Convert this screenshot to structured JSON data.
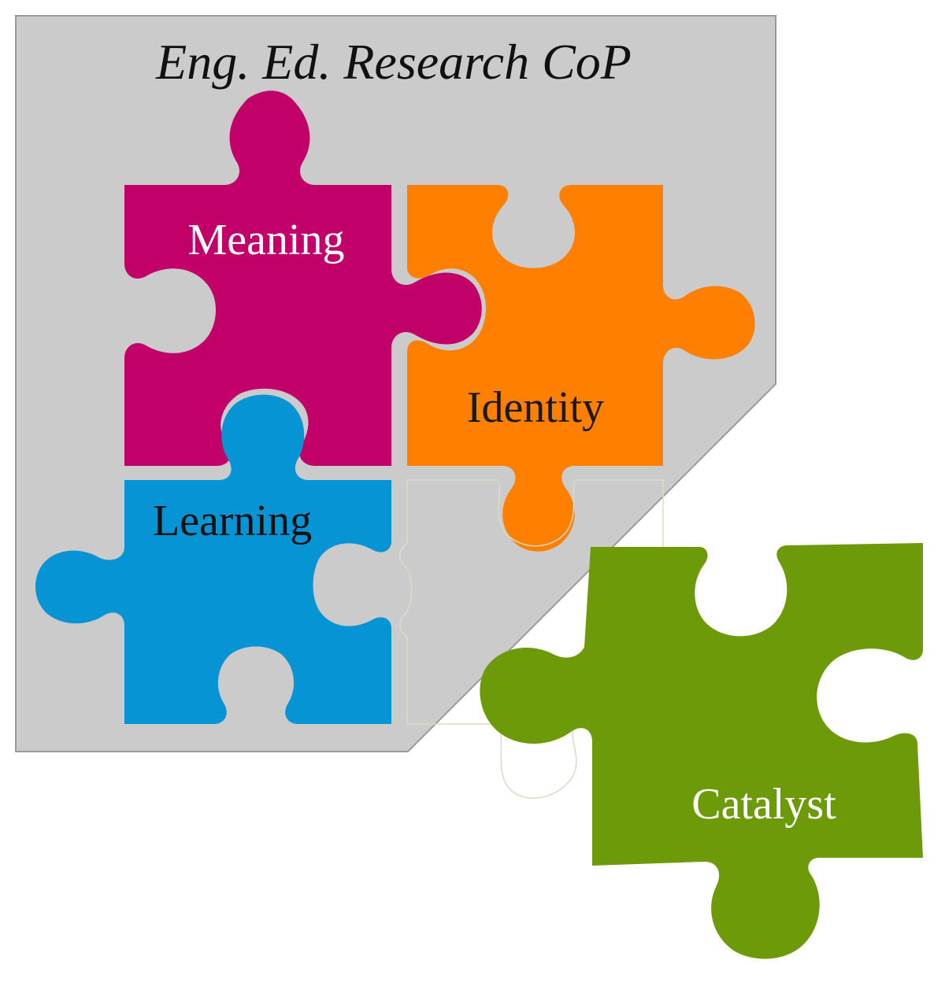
{
  "diagram": {
    "title": "Eng. Ed. Research CoP",
    "colors": {
      "background_panel": "#cbcbcb",
      "panel_border": "#9a9a9a",
      "meaning": "#c2006a",
      "identity": "#ff8000",
      "learning": "#0694d4",
      "catalyst": "#6d9a09",
      "empty_slot_outline": "#d8dcc8",
      "title_text": "#111111"
    },
    "pieces": [
      {
        "id": "meaning",
        "label": "Meaning",
        "label_color": "#ffffff",
        "icon": "puzzle-piece-icon"
      },
      {
        "id": "identity",
        "label": "Identity",
        "label_color": "#1a1a1a",
        "icon": "puzzle-piece-icon"
      },
      {
        "id": "learning",
        "label": "Learning",
        "label_color": "#111111",
        "icon": "puzzle-piece-icon"
      },
      {
        "id": "catalyst",
        "label": "Catalyst",
        "label_color": "#ffffff",
        "icon": "puzzle-piece-icon"
      }
    ],
    "empty_slot": {
      "icon": "empty-puzzle-slot-icon"
    }
  }
}
